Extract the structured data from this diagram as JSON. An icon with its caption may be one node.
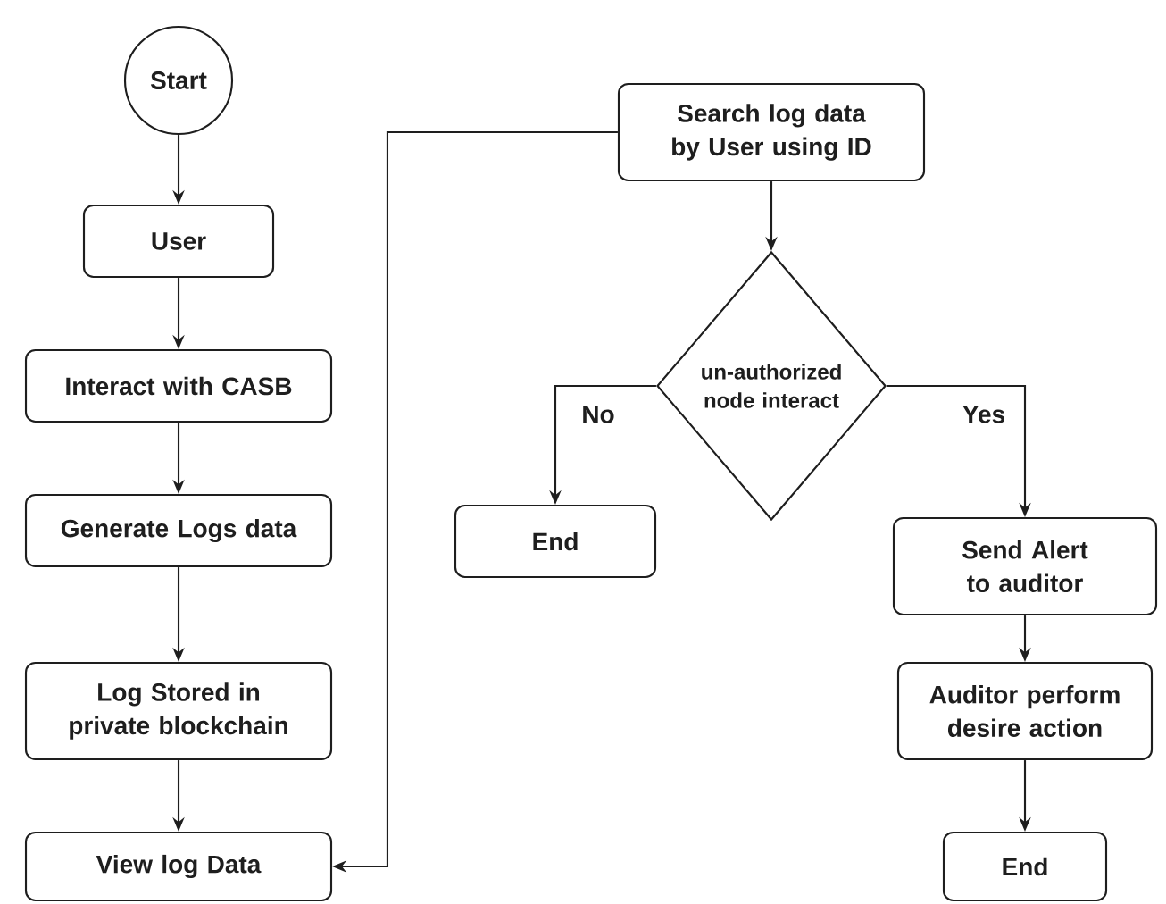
{
  "diagram": {
    "nodes": [
      {
        "text": [
          "Start"
        ]
      },
      {
        "text": [
          "User"
        ]
      },
      {
        "text": [
          "Interact with CASB"
        ]
      },
      {
        "text": [
          "Generate Logs data"
        ]
      },
      {
        "text": [
          "Log Stored in private blockchain"
        ]
      },
      {
        "text": [
          "View log Data"
        ]
      },
      {
        "text": [
          "Search log data by User using ID"
        ]
      },
      {
        "text": [
          "un-authorized node interact"
        ]
      },
      {
        "text": [
          "End"
        ]
      },
      {
        "text": [
          "Send Alert to auditor"
        ]
      },
      {
        "text": [
          "Auditor perform desire action"
        ]
      },
      {
        "text": [
          "End"
        ]
      }
    ],
    "edges": [
      {
        "from": 0,
        "to": 1,
        "arrow": "to"
      },
      {
        "from": 1,
        "to": 2,
        "arrow": "to"
      },
      {
        "from": 2,
        "to": 3,
        "arrow": "to"
      },
      {
        "from": 3,
        "to": 4,
        "arrow": "to"
      },
      {
        "from": 4,
        "to": 5,
        "arrow": "to"
      },
      {
        "from": 6,
        "to": 5,
        "arrow": "to"
      },
      {
        "from": 6,
        "to": 7,
        "arrow": "to"
      },
      {
        "from": 7,
        "to": 8,
        "arrow": "to",
        "label": "No"
      },
      {
        "from": 7,
        "to": 9,
        "arrow": "to",
        "label": "Yes"
      },
      {
        "from": 9,
        "to": 10,
        "arrow": "to"
      },
      {
        "from": 10,
        "to": 11,
        "arrow": "to"
      }
    ]
  }
}
